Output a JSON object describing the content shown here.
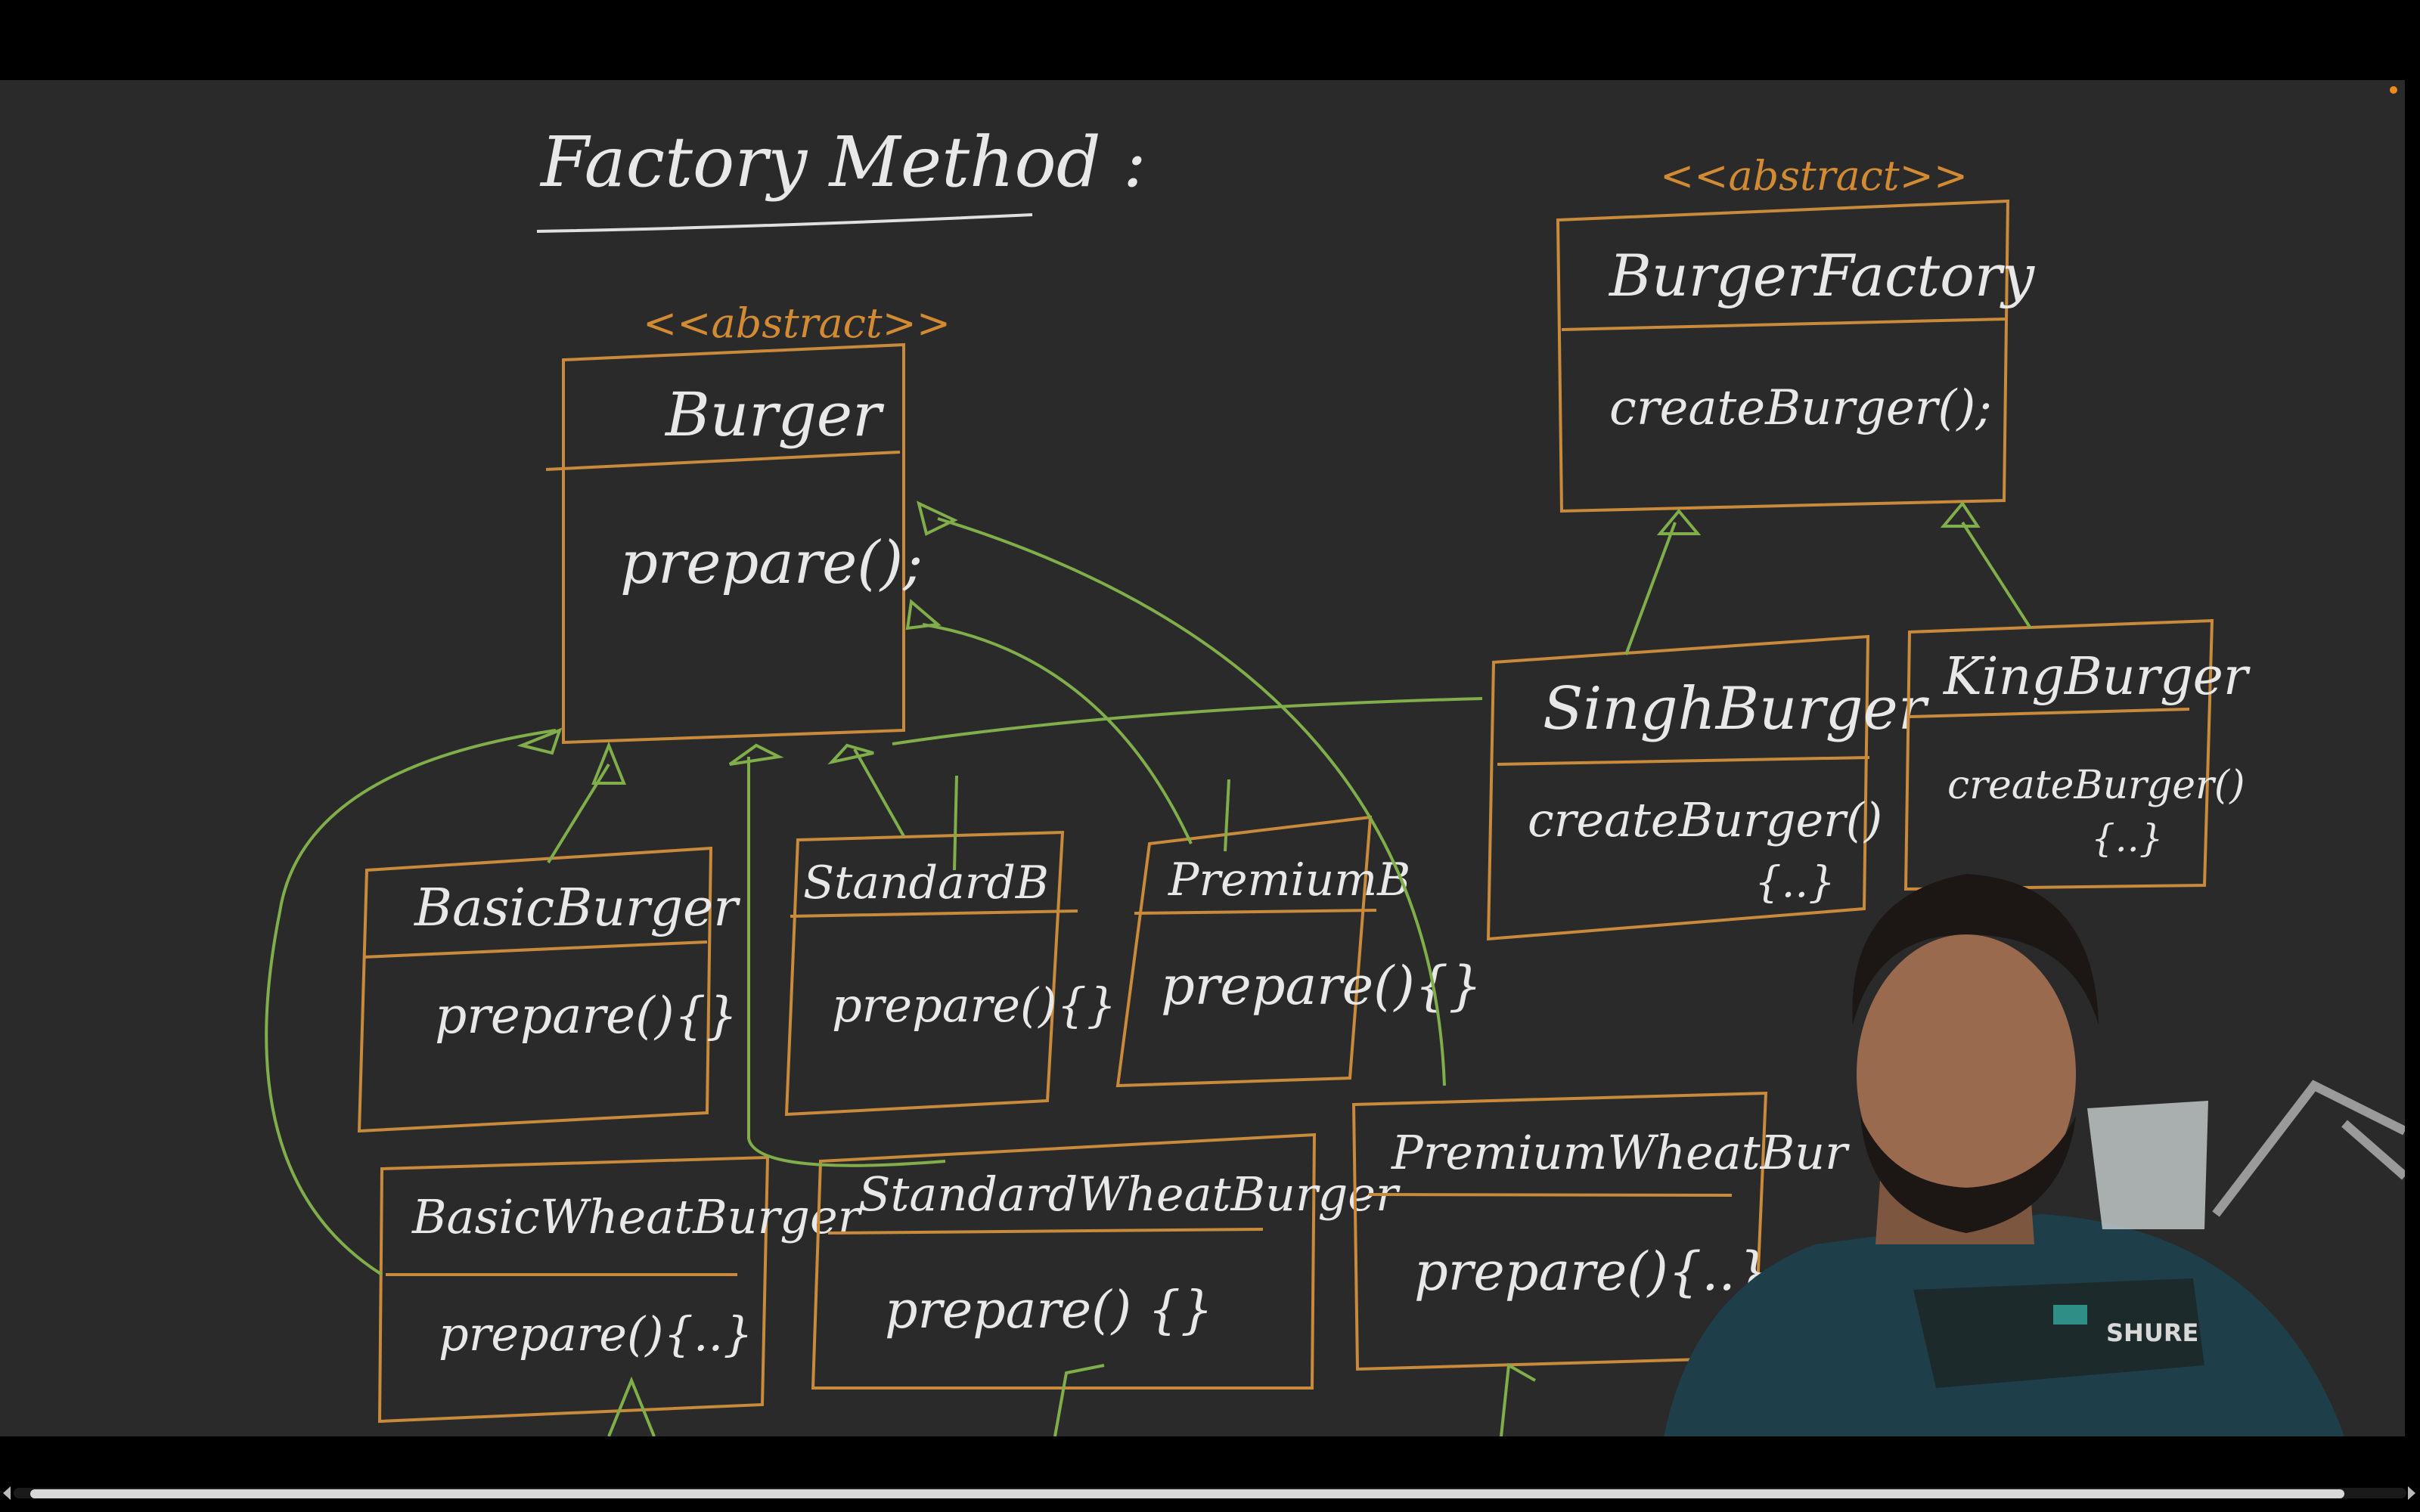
{
  "title": "Factory Method :",
  "colors": {
    "board": "#2a2a2a",
    "box": "#c98a3b",
    "arrow": "#7fae4a",
    "text": "#e8e8e8",
    "stereotype": "#d28a33"
  },
  "classes": {
    "burger": {
      "stereotype": "<<abstract>>",
      "name": "Burger",
      "method": "prepare();"
    },
    "burger_factory": {
      "stereotype": "<<abstract>>",
      "name": "BurgerFactory",
      "method": "createBurger();"
    },
    "singh_burger": {
      "name": "SinghBurger",
      "method": "createBurger()",
      "body": "{..}"
    },
    "king_burger": {
      "name": "KingBurger",
      "method": "createBurger()",
      "body": "{..}"
    },
    "basic_burger": {
      "name": "BasicBurger",
      "method": "prepare(){}"
    },
    "standard_b": {
      "name": "StandardB",
      "method": "prepare(){}"
    },
    "premium_b": {
      "name": "PremiumB",
      "method": "prepare(){}"
    },
    "basic_wheat_burger": {
      "name": "BasicWheatBurger",
      "method": "prepare(){..}"
    },
    "standard_wheat_burger": {
      "name": "StandardWheatBurger",
      "method": "prepare() {}"
    },
    "premium_wheat_burger": {
      "name": "PremiumWheatBur",
      "method": "prepare(){..}"
    }
  },
  "mic_brand": "SHURE"
}
